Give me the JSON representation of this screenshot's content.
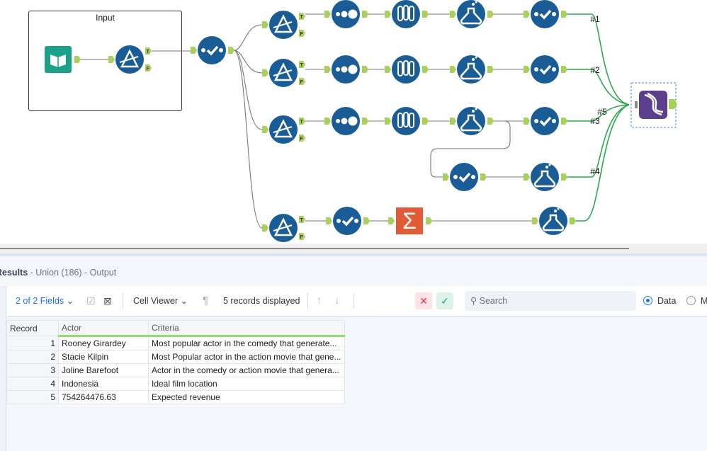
{
  "canvas": {
    "container_title": "Input",
    "anchor_true": "T",
    "anchor_false": "F",
    "union_labels": [
      "#1",
      "#2",
      "#3",
      "#4",
      "#5"
    ],
    "summarize_glyph": "Σ",
    "colors": {
      "tool_blue": "#1a5d96",
      "anchor_green": "#a8d05a",
      "union_purple": "#5b3f8c",
      "input_teal": "#1ba08a",
      "summarize_orange": "#e35a37",
      "union_wire": "#2aa84a"
    }
  },
  "results": {
    "title_bold": "Results",
    "title_rest": " - Union (186) - Output",
    "toolbar": {
      "fields": "2 of 2 Fields",
      "cell_viewer": "Cell Viewer",
      "records": "5 records displayed",
      "search_placeholder": "Search",
      "radio_data": "Data",
      "radio_metadata": "M"
    },
    "table": {
      "headers": [
        "Record",
        "Actor",
        "Criteria"
      ],
      "rows": [
        [
          "1",
          "Rooney Girardey",
          "Most popular actor in the comedy that generate..."
        ],
        [
          "2",
          "Stacie Kilpin",
          "Most Popular actor in the action movie that gene..."
        ],
        [
          "3",
          "Joline Barefoot",
          "Actor in the comedy or action movie that genera..."
        ],
        [
          "4",
          "Indonesia",
          "Ideal film location"
        ],
        [
          "5",
          "754264476.63",
          "Expected revenue"
        ]
      ]
    }
  }
}
